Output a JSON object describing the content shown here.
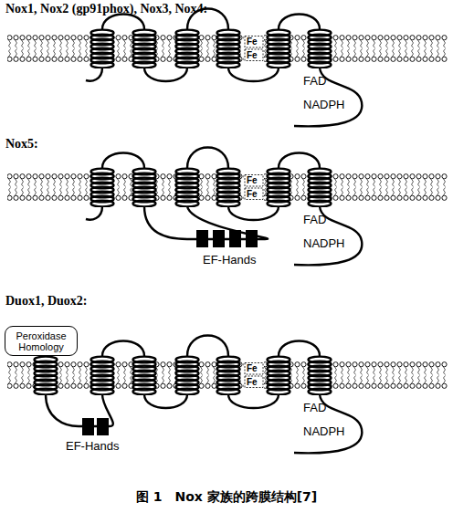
{
  "diagram": {
    "caption": "图 1　Nox 家族的跨膜结构[7]",
    "nodes": [
      {
        "text": [
          "Peroxidase Homology"
        ]
      }
    ],
    "labels": [
      "Nox1, Nox2 (gp91phox), Nox3, Nox4:",
      "Fe",
      "Fe",
      "FAD",
      "NADPH",
      "Nox5:",
      "Fe",
      "Fe",
      "EF-Hands",
      "FAD",
      "NADPH",
      "Duox1, Duox2:",
      "Fe",
      "Fe",
      "EF-Hands",
      "FAD",
      "NADPH"
    ]
  }
}
